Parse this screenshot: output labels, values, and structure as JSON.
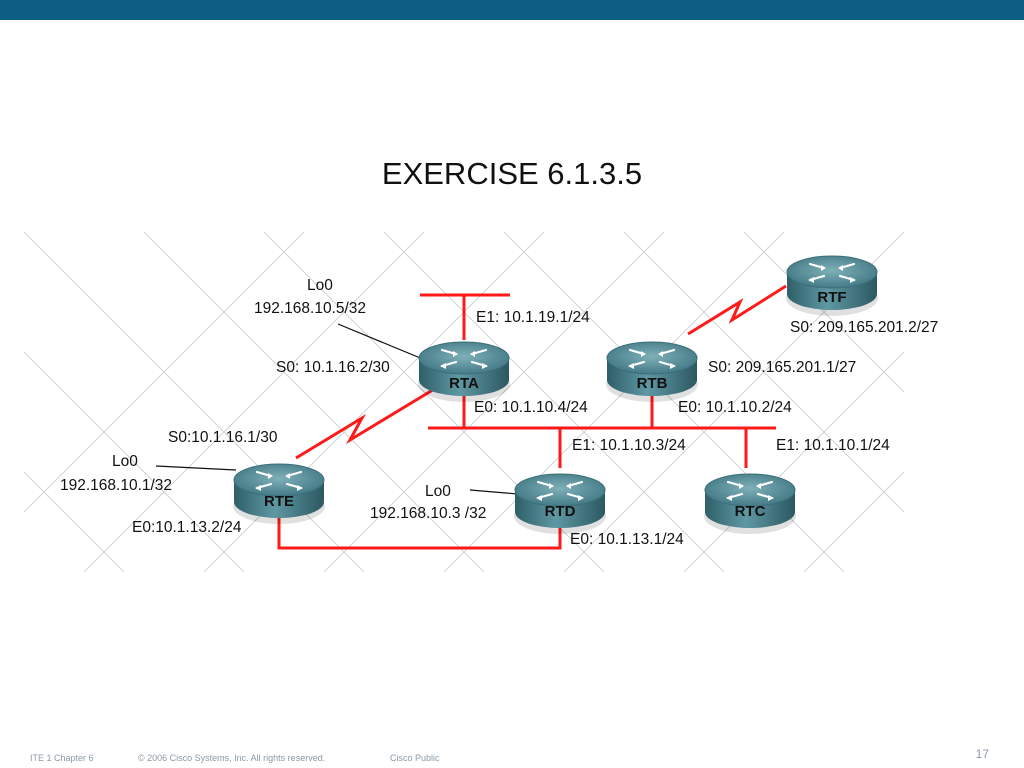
{
  "slide": {
    "title": "EXERCISE 6.1.3.5",
    "page_number": "17",
    "footer": {
      "course": "ITE 1 Chapter 6",
      "copyright": "© 2006 Cisco Systems, Inc. All rights reserved.",
      "classification": "Cisco Public"
    }
  },
  "colors": {
    "header_bar": "#0e5f86",
    "link": "#ff1a1a",
    "router_body": "#4d8590",
    "grid": "#cfd3d6"
  },
  "routers": {
    "rta": {
      "name": "RTA"
    },
    "rtb": {
      "name": "RTB"
    },
    "rtc": {
      "name": "RTC"
    },
    "rtd": {
      "name": "RTD"
    },
    "rte": {
      "name": "RTE"
    },
    "rtf": {
      "name": "RTF"
    }
  },
  "labels": {
    "rta_lo0": "Lo0",
    "rta_lo0_ip": "192.168.10.5/32",
    "rta_e1": "E1: 10.1.19.1/24",
    "rta_s0": "S0: 10.1.16.2/30",
    "rta_e0": "E0: 10.1.10.4/24",
    "rtb_s0": "S0: 209.165.201.1/27",
    "rtb_e0": "E0: 10.1.10.2/24",
    "rtf_s0": "S0: 209.165.201.2/27",
    "rte_s0": "S0:10.1.16.1/30",
    "rte_lo0": "Lo0",
    "rte_lo0_ip": "192.168.10.1/32",
    "rte_e0": "E0:10.1.13.2/24",
    "rtd_e1": "E1: 10.1.10.3/24",
    "rtd_lo0": "Lo0",
    "rtd_lo0_ip": "192.168.10.3 /32",
    "rtd_e0": "E0: 10.1.13.1/24",
    "rtc_e1": "E1: 10.1.10.1/24"
  }
}
